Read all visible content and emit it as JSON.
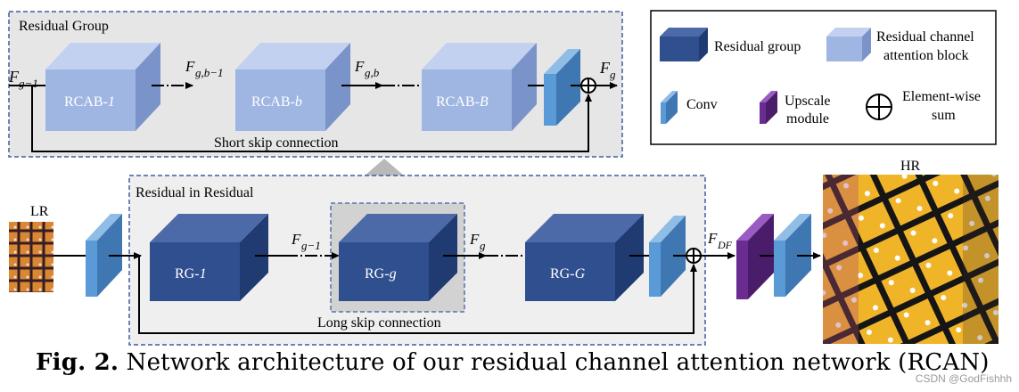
{
  "top_group": {
    "title": "Residual Group",
    "input_label": "F",
    "input_sub": "g−1",
    "block1_label": "RCAB-",
    "block1_italic": "1",
    "edge1_label": "F",
    "edge1_sub": "g,b−1",
    "block2_label": "RCAB-",
    "block2_italic": "b",
    "edge2_label": "F",
    "edge2_sub": "g,b",
    "block3_label": "RCAB-",
    "block3_italic": "B",
    "output_label": "F",
    "output_sub": "g",
    "skip_label": "Short skip connection"
  },
  "legend": {
    "residual_group": "Residual group",
    "rcab_line1": "Residual channel",
    "rcab_line2": "attention block",
    "conv": "Conv",
    "upscale_line1": "Upscale",
    "upscale_line2": "module",
    "sum_line1": "Element-wise",
    "sum_line2": "sum"
  },
  "rir": {
    "title": "Residual in Residual",
    "lr_label": "LR",
    "hr_label": "HR",
    "rg1_label": "RG-",
    "rg1_italic": "1",
    "edge1_label": "F",
    "edge1_sub": "g−1",
    "rgg_label": "RG-",
    "rgg_italic": "g",
    "edge2_label": "F",
    "edge2_sub": "g",
    "rgG_label": "RG-",
    "rgG_italic": "G",
    "fdf_label": "F",
    "fdf_sub": "DF",
    "skip_label": "Long skip connection"
  },
  "caption": {
    "prefix": "Fig. 2.",
    "text": " Network architecture of our residual channel attention network (RCAN)"
  },
  "watermark": "CSDN @GodFishhh",
  "colors": {
    "rg_front": "#2f4f8f",
    "rcab_front": "#9fb6e3",
    "conv": "#4f8fc9",
    "upscale": "#6a2c91",
    "panel": "#e6e6e6",
    "dash": "#3f5f9f"
  }
}
